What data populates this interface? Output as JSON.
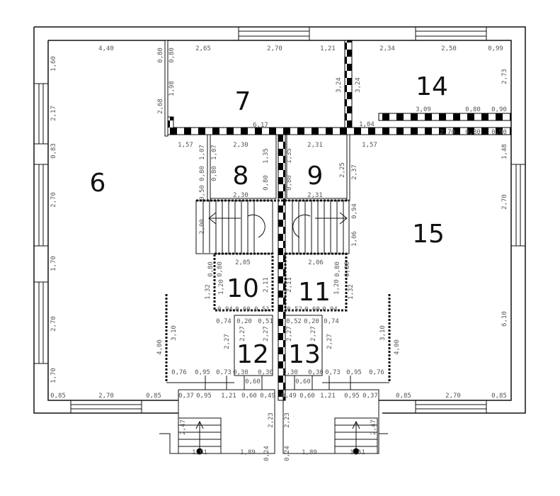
{
  "rooms": [
    "6",
    "7",
    "8",
    "9",
    "10",
    "11",
    "12",
    "13",
    "14",
    "15"
  ],
  "dimensions": [
    "4,40",
    "2,65",
    "2,70",
    "1,21",
    "2,34",
    "2,50",
    "0,99",
    "1,60",
    "2,17",
    "0,83",
    "2,70",
    "1,70",
    "2,70",
    "1,70",
    "0,80",
    "0,80",
    "2,68",
    "1,98",
    "3,24",
    "3,24",
    "2,73",
    "6,17",
    "3,09",
    "0,80",
    "0,90",
    "1,04",
    "2,70",
    "0,80",
    "0,90",
    "1,48",
    "2,70",
    "6,10",
    "1,57",
    "2,30",
    "2,31",
    "1,57",
    "1,07",
    "1,07",
    "1,35",
    "1,35",
    "2,25",
    "2,37",
    "0,80",
    "0,80",
    "0,80",
    "0,80",
    "0,50",
    "2,30",
    "2,31",
    "2,00",
    "0,94",
    "1,06",
    "2,05",
    "2,06",
    "0,80",
    "0,80",
    "0,80",
    "0,80",
    "1,32",
    "1,20",
    "2,11",
    "2,11",
    "1,20",
    "1,32",
    "0,94",
    "0,60",
    "0,51",
    "0,52",
    "0,60",
    "0,94",
    "0,74",
    "0,20",
    "0,51",
    "0,52",
    "0,20",
    "0,74",
    "3,10",
    "4,00",
    "2,27",
    "2,27",
    "2,27",
    "2,27",
    "2,27",
    "2,27",
    "3,10",
    "4,00",
    "0,76",
    "0,95",
    "0,73",
    "0,30",
    "0,60",
    "0,30",
    "0,30",
    "0,60",
    "0,30",
    "0,73",
    "0,95",
    "0,76",
    "0,85",
    "2,70",
    "0,85",
    "0,85",
    "2,70",
    "0,85",
    "0,37",
    "0,95",
    "1,21",
    "0,60",
    "0,49",
    "0,49",
    "0,60",
    "1,21",
    "0,95",
    "0,37",
    "2,47",
    "2,23",
    "2,23",
    "2,47",
    "1,61",
    "1,89",
    "0,24",
    "0,24",
    "1,89",
    "1,61"
  ]
}
